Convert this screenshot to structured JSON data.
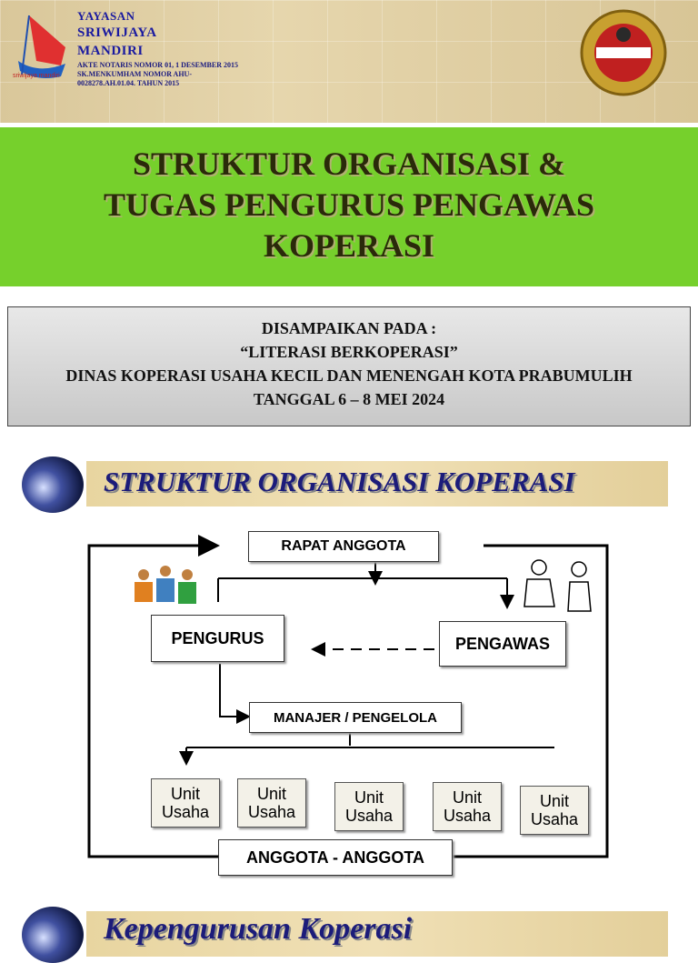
{
  "header": {
    "org_line1": "YAYASAN",
    "org_line2": "SRIWIJAYA",
    "org_line3": "MANDIRI",
    "legal_line1": "AKTE NOTARIS NOMOR 01, 1 DESEMBER 2015",
    "legal_line2": "SK.MENKUMHAM NOMOR  AHU-",
    "legal_line3": "0028278.AH.01.04. TAHUN 2015",
    "logo_text": "sriwijaya mandiri"
  },
  "title": {
    "line1": "STRUKTUR ORGANISASI &",
    "line2": "TUGAS PENGURUS PENGAWAS",
    "line3": "KOPERASI"
  },
  "info": {
    "line1": "DISAMPAIKAN PADA :",
    "line2": "“LITERASI BERKOPERASI”",
    "line3": "DINAS KOPERASI USAHA KECIL DAN MENENGAH KOTA PRABUMULIH",
    "line4": "TANGGAL 6 – 8 MEI 2024"
  },
  "section1": {
    "heading": "STRUKTUR ORGANISASI KOPERASI"
  },
  "chart": {
    "rapat": "RAPAT ANGGOTA",
    "pengurus": "PENGURUS",
    "pengawas": "PENGAWAS",
    "manajer": "MANAJER  / PENGELOLA",
    "units": [
      "Unit Usaha",
      "Unit Usaha",
      "Unit Usaha",
      "Unit Usaha",
      "Unit Usaha"
    ],
    "anggota": "ANGGOTA  - ANGGOTA"
  },
  "section2": {
    "heading": "Kepengurusan Koperasi"
  }
}
